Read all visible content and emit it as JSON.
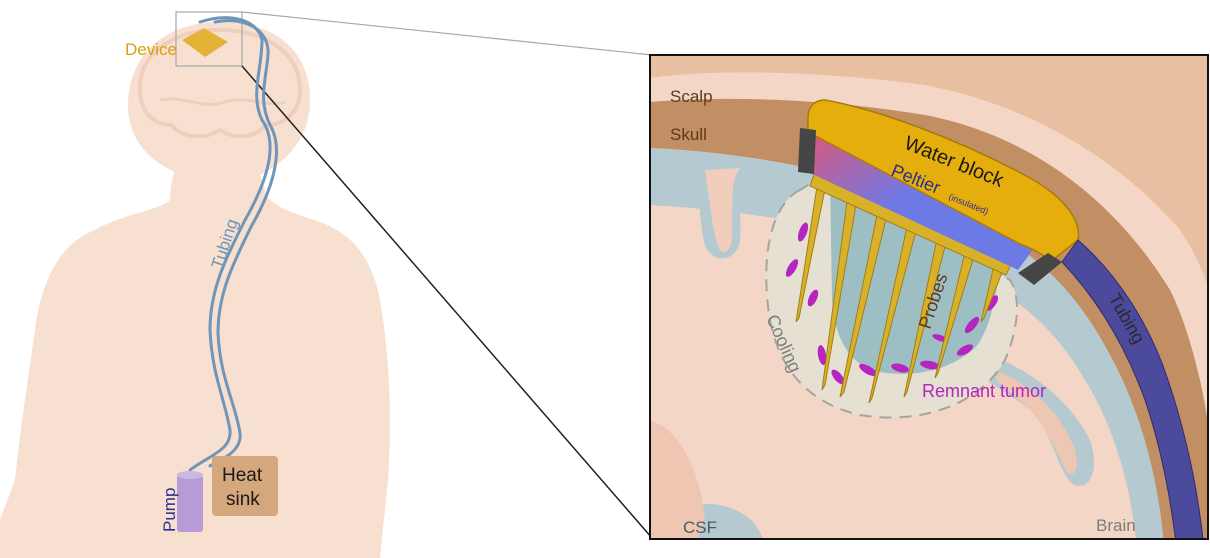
{
  "labels": {
    "device": "Device",
    "tubing_left": "Tubing",
    "pump": "Pump",
    "heat_sink_line1": "Heat",
    "heat_sink_line2": "sink",
    "scalp": "Scalp",
    "skull": "Skull",
    "water_block": "Water block",
    "peltier": "Peltier",
    "insulated": "(insulated)",
    "probes": "Probes",
    "cooling": "Cooling",
    "remnant_tumor": "Remnant tumor",
    "tubing_right": "Tubing",
    "csf": "CSF",
    "brain": "Brain"
  },
  "colors": {
    "body_skin": "#f7e0d0",
    "brain_outline": "#eecfbd",
    "device_gold": "#e2b337",
    "tubing_blue": "#6f95b8",
    "pump_purple": "#b79bd6",
    "heat_sink_tan": "#d4a77c",
    "scalp": "#e8bfa0",
    "skull": "#c18f63",
    "csf": "#b4cad0",
    "brain": "#f4d6c6",
    "water_block": "#e6ae0d",
    "peltier_red": "#e0567a",
    "peltier_blue": "#6d7ae6",
    "probe": "#d9b128",
    "cooling_zone": "#e5e0d2",
    "cool_core": "#9dbfc4",
    "tumor": "#b624c2",
    "tubing_dark": "#4c4a9c",
    "gasket": "#454545",
    "label_gold": "#d6a10f",
    "label_navy": "#2a2e8e",
    "label_brown": "#5b3a1c",
    "label_gray": "#7d7d7d",
    "label_magenta": "#b524be"
  }
}
